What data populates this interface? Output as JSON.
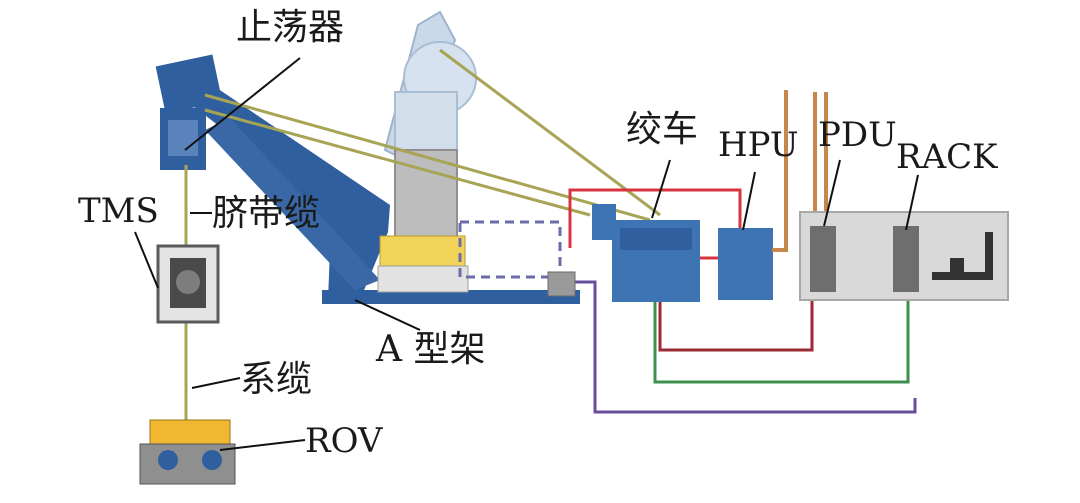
{
  "labels": {
    "stabilizer": "止荡器",
    "tms": "TMS",
    "umbilical": "脐带缆",
    "tether": "系缆",
    "rov": "ROV",
    "a_frame": "A 型架",
    "winch": "绞车",
    "hpu": "HPU",
    "pdu": "PDU",
    "rack": "RACK"
  },
  "colors": {
    "structure_blue": "#2f5f9e",
    "equipment_blue": "#3f74b4",
    "crane_light": "#c9d9ea",
    "rope_olive": "#a7a455",
    "line_red": "#d8343f",
    "line_dark_red": "#9b2a35",
    "line_green": "#3d8f4d",
    "line_purple": "#6a4e9e",
    "pipe_orange": "#c8874a",
    "container_gray": "#d9d9d9",
    "cabinet_gray": "#6e6e6e",
    "rov_yellow": "#f1b730"
  }
}
